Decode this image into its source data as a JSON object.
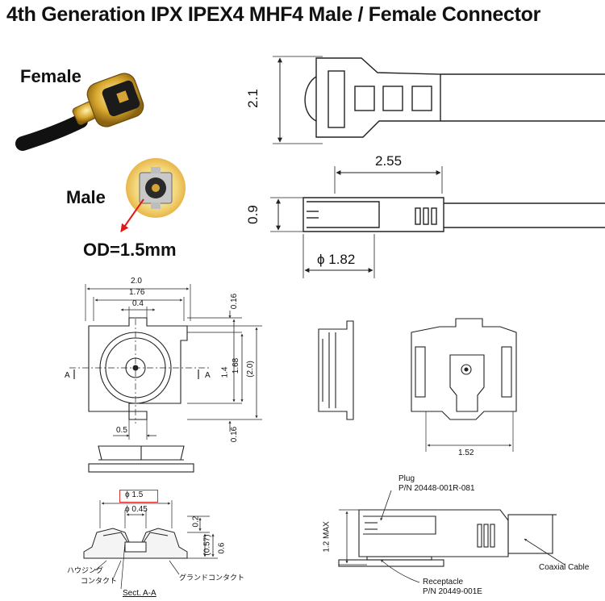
{
  "title": "4th Generation IPX IPEX4 MHF4 Male / Female Connector",
  "photo_labels": {
    "female": "Female",
    "male": "Male",
    "od": "OD=1.5mm"
  },
  "side_view_dims": {
    "height": "2.1",
    "length": "2.55",
    "profile_height": "0.9",
    "diameter": "ϕ 1.82"
  },
  "receptacle_dims": {
    "width": "2.0",
    "inner_width": "1.76",
    "pin_width": "0.4",
    "top_margin": "0.16",
    "bottom_margin": "0.16",
    "inner_height": "1.4",
    "mid_height": "1.68",
    "total_height": "(2.0)",
    "tab_width": "0.5",
    "section_left": "A",
    "section_right": "A"
  },
  "plug_dims": {
    "width": "1.52"
  },
  "section_dims": {
    "outer_diameter": "ϕ 1.5",
    "pin_diameter": "ϕ 0.45",
    "gap": "0.2",
    "mid": "(0.57)",
    "height": "0.6"
  },
  "section_callouts": {
    "housing": "ハウジング",
    "contact": "コンタクト",
    "ground_contact": "グランドコンタクト",
    "section_caption": "Sect. A-A"
  },
  "assembly": {
    "max_height": "1.2 MAX",
    "plug_title": "Plug",
    "plug_pn": "P/N 20448-001R-081",
    "cable": "Coaxial Cable",
    "receptacle_title": "Receptacle",
    "receptacle_pn": "P/N 20449-001E"
  },
  "colors": {
    "gold": "#d4a437",
    "highlight_box": "#e03030",
    "arrow": "#e01818"
  }
}
